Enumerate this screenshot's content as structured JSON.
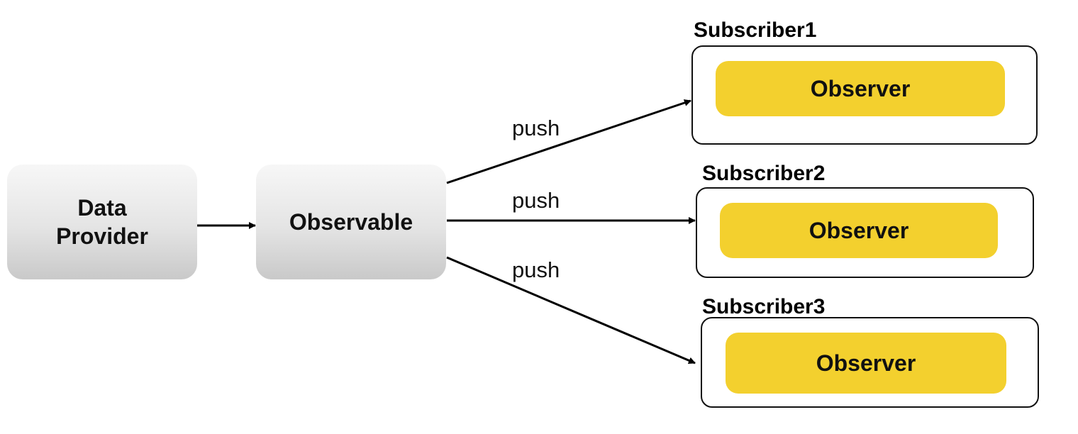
{
  "nodes": {
    "data_provider": {
      "line1": "Data",
      "line2": "Provider"
    },
    "observable": {
      "label": "Observable"
    }
  },
  "subscribers": [
    {
      "label": "Subscriber1",
      "observer": "Observer"
    },
    {
      "label": "Subscriber2",
      "observer": "Observer"
    },
    {
      "label": "Subscriber3",
      "observer": "Observer"
    }
  ],
  "edges": [
    {
      "from": "Data Provider",
      "to": "Observable",
      "label": ""
    },
    {
      "from": "Observable",
      "to": "Subscriber1",
      "label": "push"
    },
    {
      "from": "Observable",
      "to": "Subscriber2",
      "label": "push"
    },
    {
      "from": "Observable",
      "to": "Subscriber3",
      "label": "push"
    }
  ],
  "colors": {
    "observer_fill": "#f3d02e",
    "node_gradient_top": "#f7f7f7",
    "node_gradient_bottom": "#c9c9c9",
    "stroke": "#000000"
  }
}
